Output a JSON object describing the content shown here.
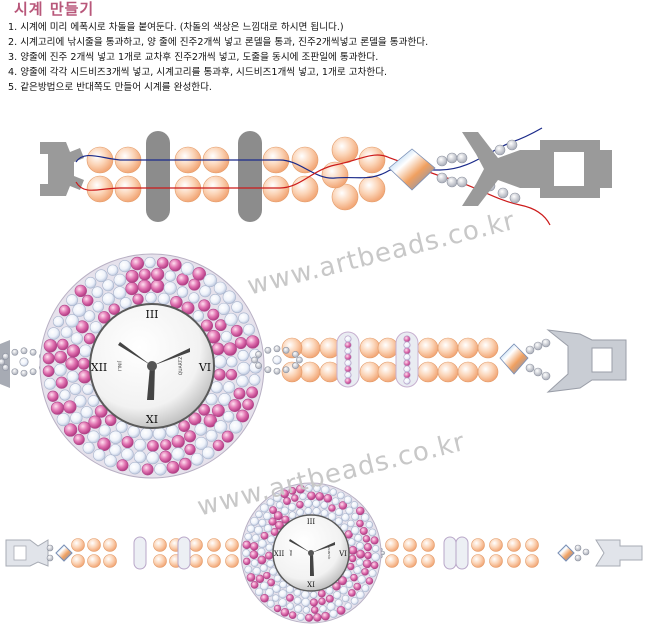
{
  "title": "시계 만들기",
  "steps": [
    "1. 시계에 미리 에폭시로 차돌을 붙여둔다. (차돌의 색상은 느낌대로 하시면 됩니다.)",
    "2. 시계고리에 낚시줄을 통과하고, 양 줄에 진주2개씩 넣고 론델을 통과, 진주2개씩넣고 론델을 통과한다.",
    "3. 양줄에 진주 2개씩 넣고 1개로 교차후 진주2개씩 넣고, 도줄을 동시에 조판일에 통과한다.",
    "4. 양줄에 각각 시드비즈3개씩 넣고, 시계고리를 통과후, 시드비즈1개씩 넣고, 1개로 고차한다.",
    "5. 같은방법으로 반대쪽도 만들어 시계를 완성한다."
  ],
  "watermark_1": "www.artbeads.co.kr",
  "watermark_2": "www.artbeads.co.kr",
  "watch_large": {
    "n12": "III",
    "n3": "VI",
    "n6": "XI",
    "n9": "XII",
    "brand": "JINLI",
    "quartz": "QUARTZ"
  },
  "watch_small": {
    "n12": "III",
    "n3": "VI",
    "n6": "XI",
    "n9": "XII",
    "brand": "JINLI",
    "quartz": "QUARTZ"
  },
  "colors": {
    "pearl": "#fac6a3",
    "clasp": "#9a9a9a",
    "rondelle": "#8c8c8c",
    "thread_blue": "#1a2a8a",
    "thread_red": "#cc1a1a",
    "pink": "#d9509a",
    "title": "#b8577a"
  }
}
